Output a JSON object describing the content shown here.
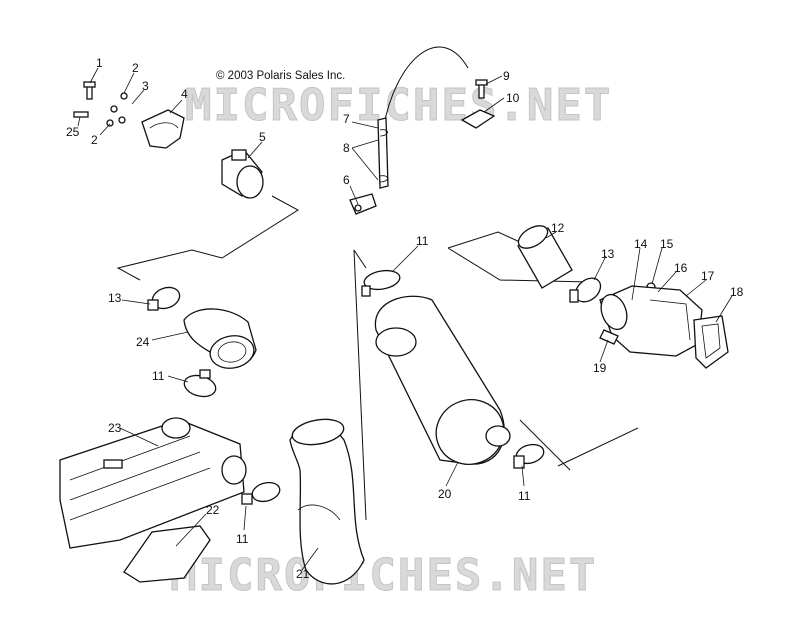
{
  "copyright": "© 2003 Polaris Sales Inc.",
  "watermark": {
    "top": "MICROFICHES.NET",
    "bottom": "MICROFICHES.NET"
  },
  "callouts": {
    "c1": "1",
    "c2a": "2",
    "c2b": "2",
    "c3": "3",
    "c4": "4",
    "c5": "5",
    "c6": "6",
    "c7": "7",
    "c8": "8",
    "c9": "9",
    "c10": "10",
    "c11a": "11",
    "c11b": "11",
    "c11c": "11",
    "c11d": "11",
    "c12": "12",
    "c13a": "13",
    "c13b": "13",
    "c14": "14",
    "c15": "15",
    "c16": "16",
    "c17": "17",
    "c18": "18",
    "c19": "19",
    "c20": "20",
    "c21": "21",
    "c22": "22",
    "c23": "23",
    "c24": "24",
    "c25": "25"
  }
}
